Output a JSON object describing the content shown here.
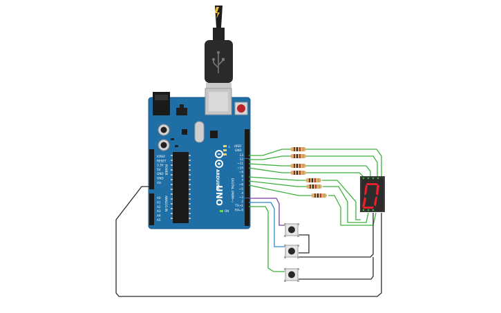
{
  "board": {
    "brand": "ARDUINO",
    "model": "UNO",
    "on_label": "ON",
    "aref_label": "AREF",
    "gnd_label": "GND",
    "digital_label": "DIGITAL (PWM~)",
    "power_label": "POWER",
    "analog_label": "ANALOG IN",
    "tx_label": "TX",
    "rx_label": "RX",
    "l_label": "L",
    "power_pins": [
      "IOREF",
      "RESET",
      "3.3V",
      "5V",
      "GND",
      "GND",
      "Vin"
    ],
    "analog_pins": [
      "A0",
      "A1",
      "A2",
      "A3",
      "A4",
      "A5"
    ],
    "digital_pins": [
      "13",
      "12",
      "~11",
      "~10",
      "~9",
      "8",
      "7",
      "~6",
      "~5",
      "4",
      "~3",
      "2",
      "TX→1",
      "RX←0"
    ]
  },
  "display": {
    "digit": "0",
    "segment_color": "#e8212b"
  },
  "colors": {
    "board": "#1f6fa6",
    "wire_green": "#3ab03a",
    "wire_purple": "#7a3fa0",
    "wire_blue": "#2f88c8",
    "wire_black": "#2a2a2a"
  }
}
